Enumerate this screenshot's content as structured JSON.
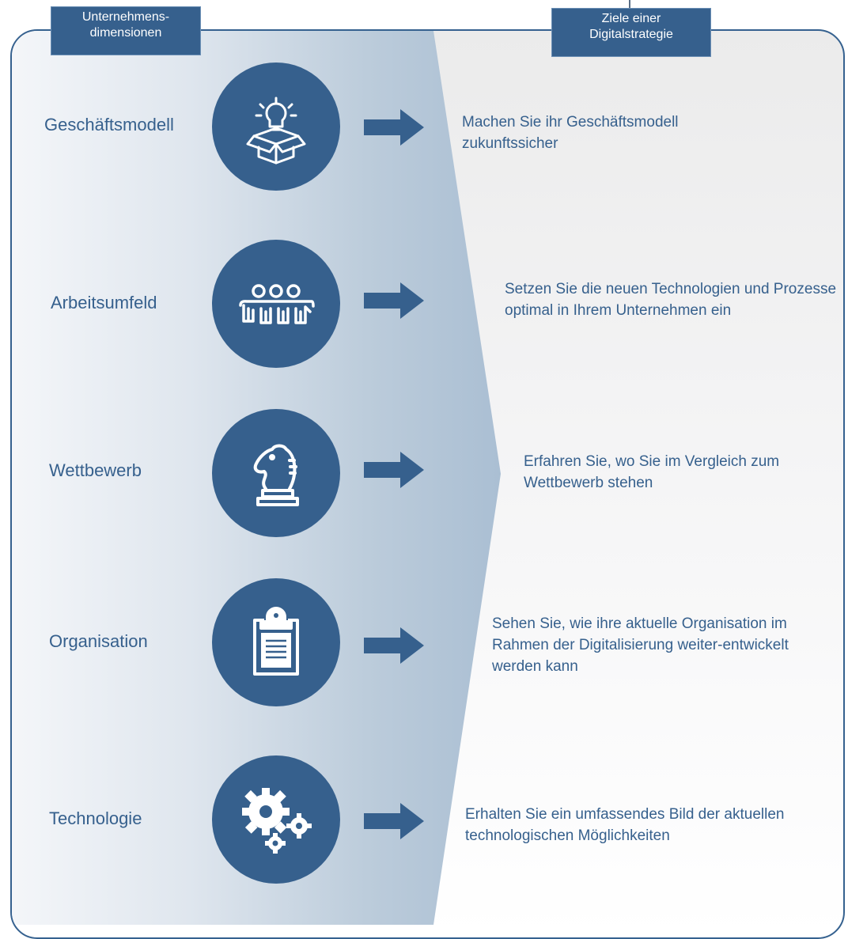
{
  "headers": {
    "left": "Unternehmens-\ndimensionen",
    "right": "Ziele einer\nDigitalstrategie"
  },
  "rows": [
    {
      "dimension": "Geschäftsmodell",
      "icon": "lightbulb-box-icon",
      "goal": "Machen Sie ihr Geschäftsmodell zukunftssicher"
    },
    {
      "dimension": "Arbeitsumfeld",
      "icon": "team-icon",
      "goal": "Setzen Sie die neuen Technologien und Prozesse optimal in Ihrem Unternehmen ein"
    },
    {
      "dimension": "Wettbewerb",
      "icon": "chess-knight-icon",
      "goal": "Erfahren Sie, wo Sie im Vergleich zum Wettbewerb stehen"
    },
    {
      "dimension": "Organisation",
      "icon": "clipboard-icon",
      "goal": "Sehen Sie, wie ihre aktuelle Organisation im Rahmen der Digitalisierung weiter-entwickelt werden kann"
    },
    {
      "dimension": "Technologie",
      "icon": "gears-icon",
      "goal": "Erhalten Sie ein umfassendes Bild der aktuellen technologischen Möglichkeiten"
    }
  ],
  "colors": {
    "primary": "#36608d",
    "frame_border": "#35618f"
  }
}
